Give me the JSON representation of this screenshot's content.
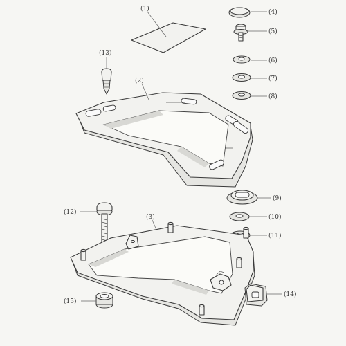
{
  "callouts": [
    {
      "id": "1",
      "label": "(1)"
    },
    {
      "id": "2",
      "label": "(2)"
    },
    {
      "id": "3",
      "label": "(3)"
    },
    {
      "id": "4",
      "label": "(4)"
    },
    {
      "id": "5",
      "label": "(5)"
    },
    {
      "id": "6",
      "label": "(6)"
    },
    {
      "id": "7",
      "label": "(7)"
    },
    {
      "id": "8",
      "label": "(8)"
    },
    {
      "id": "9",
      "label": "(9)"
    },
    {
      "id": "10",
      "label": "(10)"
    },
    {
      "id": "11",
      "label": "(11)"
    },
    {
      "id": "12",
      "label": "(12)"
    },
    {
      "id": "13",
      "label": "(13)"
    },
    {
      "id": "14",
      "label": "(14)"
    },
    {
      "id": "15",
      "label": "(15)"
    }
  ]
}
